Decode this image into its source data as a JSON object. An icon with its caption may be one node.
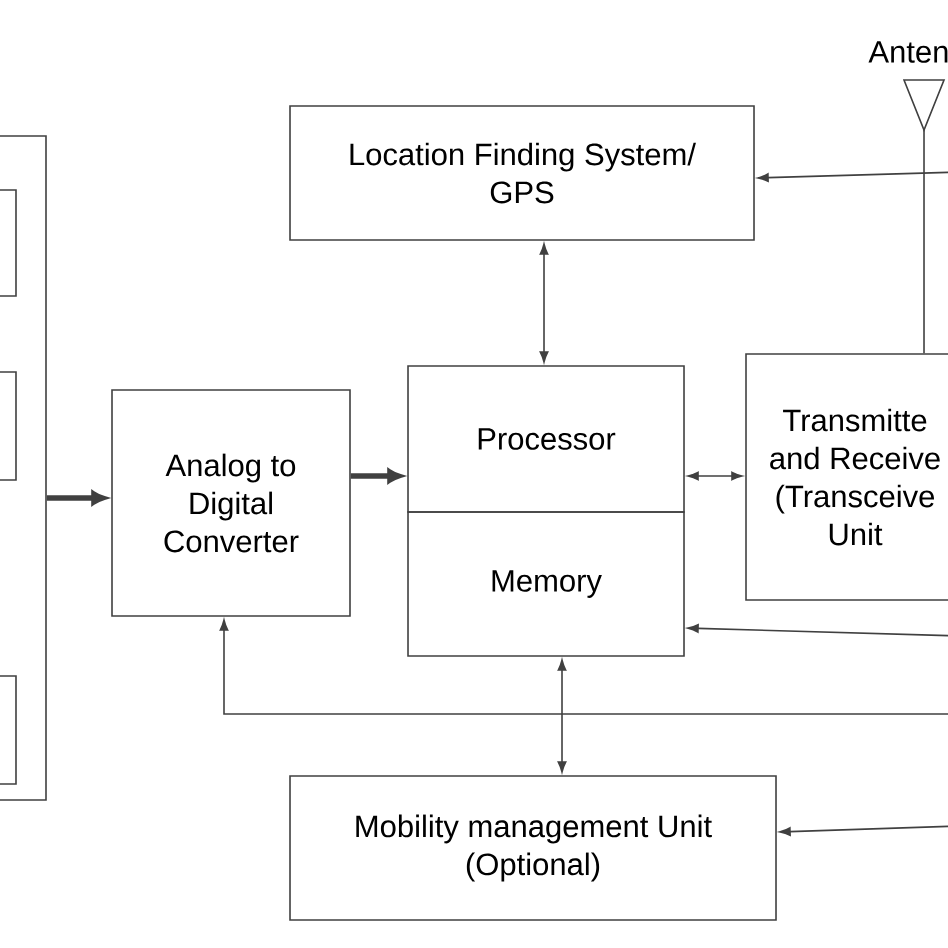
{
  "diagram": {
    "nodes": [
      {
        "text": [],
        "shape": "box"
      },
      {
        "text": [],
        "shape": "box",
        "in": 0
      },
      {
        "text": [],
        "shape": "box",
        "in": 0
      },
      {
        "text": [],
        "shape": "box",
        "in": 0
      },
      {
        "text": [
          "Anten"
        ]
      },
      {
        "text": [
          "Location Finding System/ GPS"
        ]
      },
      {
        "text": [
          "Analog to Digital Converter"
        ]
      },
      {
        "text": [
          "Processor"
        ]
      },
      {
        "text": [
          "Memory"
        ]
      },
      {
        "text": [
          "Transmitte and Receive (Transceive Unit"
        ]
      },
      {
        "text": [
          "Mobility management Unit (Optional)"
        ]
      }
    ],
    "edges": [
      {
        "from": 0,
        "to": 6,
        "arrow": "to",
        "style": "thick"
      },
      {
        "from": 6,
        "to": 7,
        "arrow": "to",
        "style": "thick"
      },
      {
        "from": 5,
        "to": 7,
        "arrow": "both"
      },
      {
        "from": 7,
        "to": 9,
        "arrow": "both"
      },
      {
        "from": 4,
        "to": 9,
        "arrow": "none"
      },
      {
        "from": null,
        "to": 5,
        "arrow": "to"
      },
      {
        "from": null,
        "to": 8,
        "arrow": "to"
      },
      {
        "from": null,
        "to": 6,
        "arrow": "to"
      },
      {
        "from": 8,
        "to": 10,
        "arrow": "both"
      },
      {
        "from": null,
        "to": 10,
        "arrow": "to"
      }
    ]
  }
}
